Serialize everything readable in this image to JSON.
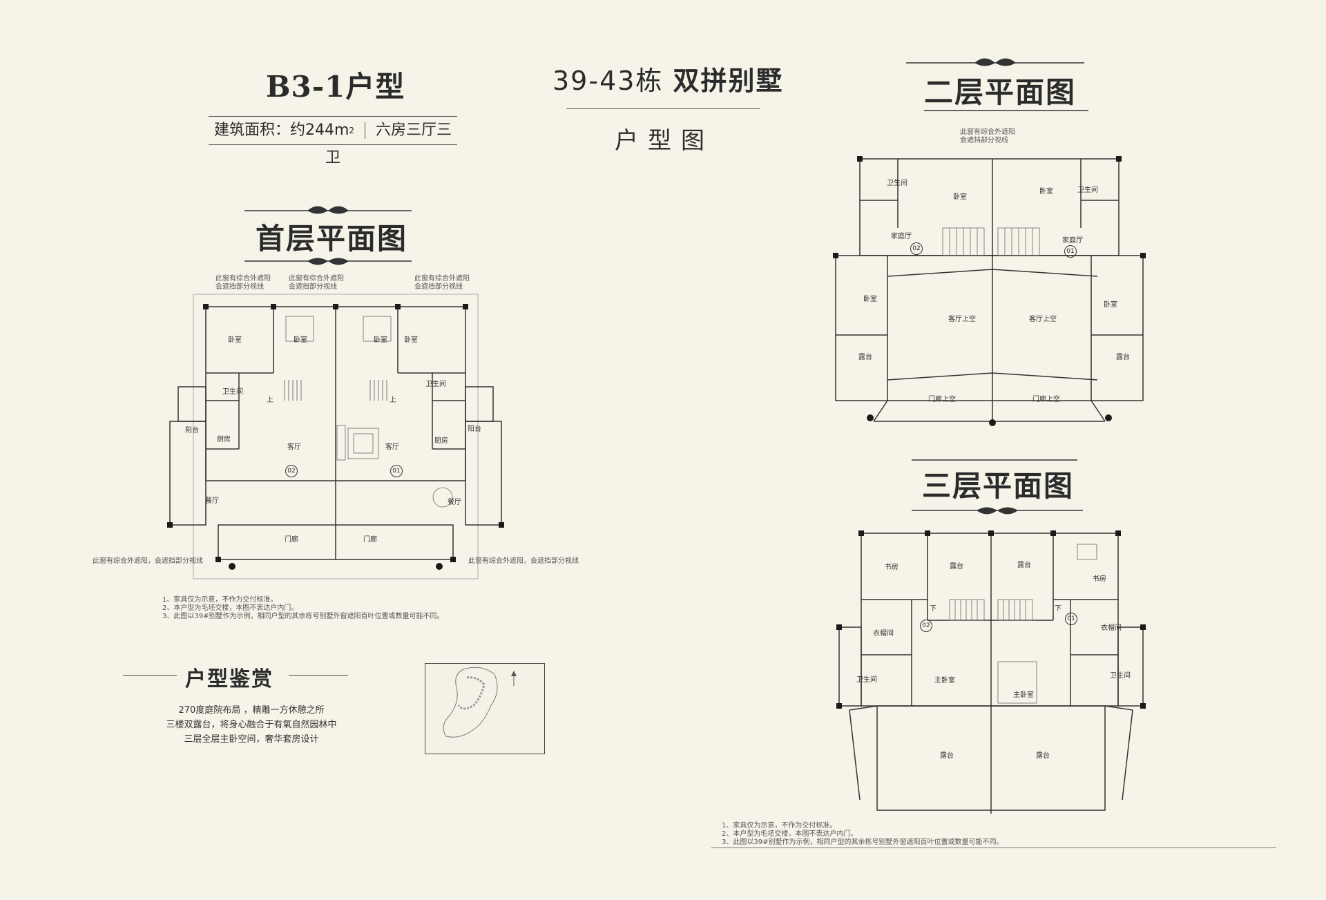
{
  "header": {
    "unit_type": "B3-1户型",
    "area_label": "建筑面积：约244m",
    "area_sup": "2",
    "layout": "六房三厅三卫",
    "title_plain": "39-43栋",
    "title_bold": "双拼别墅",
    "subtitle": "户型图"
  },
  "floor1": {
    "title": "首层平面图",
    "shade_note_1a": "此窗有综合外遮阳",
    "shade_note_1b": "会遮挡部分视线",
    "bottom_note": "此窗有综合外遮阳，会遮挡部分视线",
    "rooms": {
      "bed1": "卧室",
      "bed2": "卧室",
      "bed3": "卧室",
      "bed4": "卧室",
      "bath_l": "卫生间",
      "bath_r": "卫生间",
      "kitchen_l": "厨房",
      "kitchen_r": "厨房",
      "balcony_l": "阳台",
      "balcony_r": "阳台",
      "living_l": "客厅",
      "living_r": "客厅",
      "dining_l": "餐厅",
      "dining_r": "餐厅",
      "porch_l": "门廊",
      "porch_r": "门廊",
      "up_l": "上",
      "up_r": "上",
      "unit_l": "02",
      "unit_r": "01"
    },
    "notes": [
      "1、家具仅为示意，不作为交付标准。",
      "2、本户型为毛坯交楼，本图不表达户内门。",
      "3、此图以39#别墅作为示例，相同户型的其余栋号别墅外窗遮阳百叶位置或数量可能不同。"
    ]
  },
  "floor2": {
    "title": "二层平面图",
    "shade_note_a": "此窗有综合外遮阳",
    "shade_note_b": "会遮挡部分视线",
    "rooms": {
      "bath_l": "卫生间",
      "bath_r": "卫生间",
      "bed_ml": "卧室",
      "bed_mr": "卧室",
      "family_l": "家庭厅",
      "family_r": "家庭厅",
      "bed_l": "卧室",
      "bed_r": "卧室",
      "void_l": "客厅上空",
      "void_r": "客厅上空",
      "terrace_l": "露台",
      "terrace_r": "露台",
      "porch_void_l": "门廊上空",
      "porch_void_r": "门廊上空",
      "unit_l": "02",
      "unit_r": "01"
    }
  },
  "floor3": {
    "title": "三层平面图",
    "rooms": {
      "study_l": "书房",
      "study_r": "书房",
      "terrace_ml": "露台",
      "terrace_mr": "露台",
      "down_l": "下",
      "down_r": "下",
      "closet_l": "衣帽间",
      "closet_r": "衣帽间",
      "bath_l": "卫生间",
      "bath_r": "卫生间",
      "master_l": "主卧室",
      "master_r": "主卧室",
      "terrace_bl": "露台",
      "terrace_br": "露台",
      "unit_l": "02",
      "unit_r": "01"
    },
    "notes": [
      "1、家具仅为示意，不作为交付标准。",
      "2、本户型为毛坯交楼，本图不表达户内门。",
      "3、此图以39#别墅作为示例，相同户型的其余栋号别墅外窗遮阳百叶位置或数量可能不同。"
    ]
  },
  "appreciation": {
    "title": "户型鉴赏",
    "lines": [
      "270度庭院布局 ，精雕一方休憩之所",
      "三楼双露台，将身心融合于有氧自然园林中",
      "三层全层主卧空间，奢华套房设计"
    ]
  },
  "colors": {
    "background": "#f6f4e8",
    "ink": "#2b2b2b",
    "wall": "#1a1a1a"
  }
}
